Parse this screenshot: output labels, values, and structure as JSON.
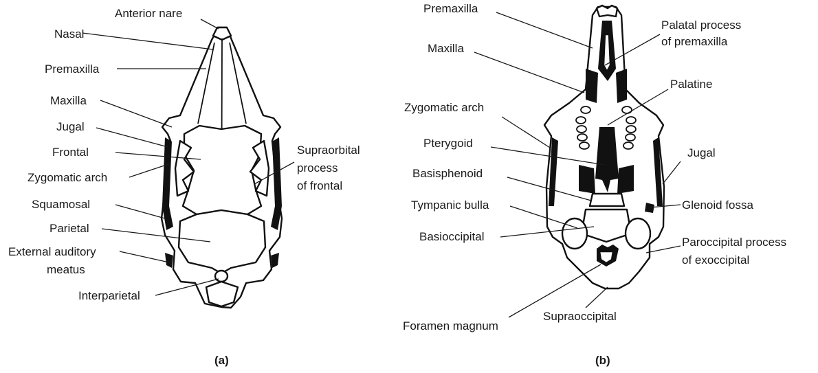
{
  "panel_a": {
    "caption": "(a)",
    "labels": {
      "anterior_nare": "Anterior nare",
      "nasal": "Nasal",
      "premaxilla": "Premaxilla",
      "maxilla": "Maxilla",
      "jugal": "Jugal",
      "frontal": "Frontal",
      "zygomatic_arch": "Zygomatic arch",
      "squamosal": "Squamosal",
      "parietal": "Parietal",
      "external_auditory_1": "External auditory",
      "external_auditory_2": "meatus",
      "interparietal": "Interparietal",
      "supraorbital_1": "Supraorbital",
      "supraorbital_2": "process",
      "supraorbital_3": "of frontal"
    }
  },
  "panel_b": {
    "caption": "(b)",
    "labels": {
      "premaxilla": "Premaxilla",
      "maxilla": "Maxilla",
      "zygomatic_arch": "Zygomatic arch",
      "pterygoid": "Pterygoid",
      "basisphenoid": "Basisphenoid",
      "tympanic_bulla": "Tympanic bulla",
      "basioccipital": "Basioccipital",
      "foramen_magnum": "Foramen magnum",
      "supraoccipital": "Supraoccipital",
      "palatal_1": "Palatal process",
      "palatal_2": "of premaxilla",
      "palatine": "Palatine",
      "jugal": "Jugal",
      "glenoid_fossa": "Glenoid fossa",
      "paroccipital_1": "Paroccipital process",
      "paroccipital_2": "of exoccipital"
    }
  }
}
